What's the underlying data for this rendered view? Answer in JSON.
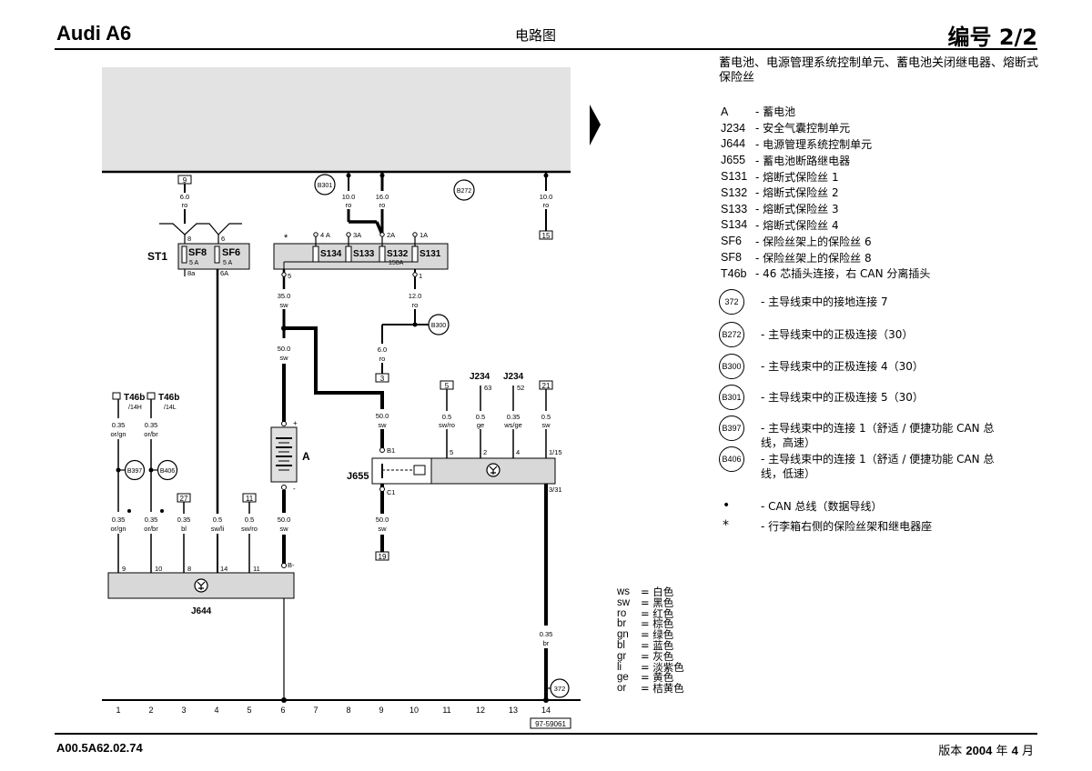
{
  "header": {
    "brand": "Audi A6",
    "title": "电路图",
    "page": "编号 2/2"
  },
  "footer": {
    "code": "A00.5A62.02.74",
    "version_prefix": "版本",
    "version_year": "2004",
    "version_mid": "年",
    "version_month": "4",
    "version_suffix": "月"
  },
  "legend": {
    "heading": "蓄电池、电源管理系统控制单元、蓄电池关闭继电器、熔断式保险丝",
    "items": [
      {
        "code": "A",
        "desc": "- 蓄电池"
      },
      {
        "code": "J234",
        "desc": "- 安全气囊控制单元"
      },
      {
        "code": "J644",
        "desc": "- 电源管理系统控制单元"
      },
      {
        "code": "J655",
        "desc": "- 蓄电池断路继电器"
      },
      {
        "code": "S131",
        "desc": "- 熔断式保险丝 1"
      },
      {
        "code": "S132",
        "desc": "- 熔断式保险丝 2"
      },
      {
        "code": "S133",
        "desc": "- 熔断式保险丝 3"
      },
      {
        "code": "S134",
        "desc": "- 熔断式保险丝 4"
      },
      {
        "code": "SF6",
        "desc": "- 保险丝架上的保险丝 6"
      },
      {
        "code": "SF8",
        "desc": "- 保险丝架上的保险丝 8"
      },
      {
        "code": "T46b",
        "desc": "- 46 芯插头连接，右 CAN 分离插头"
      }
    ],
    "connections": [
      {
        "code": "372",
        "desc": "- 主导线束中的接地连接 7"
      },
      {
        "code": "B272",
        "desc": "- 主导线束中的正极连接（30）"
      },
      {
        "code": "B300",
        "desc": "- 主导线束中的正极连接 4（30）"
      },
      {
        "code": "B301",
        "desc": "- 主导线束中的正极连接 5（30）"
      },
      {
        "code": "B397",
        "desc": "- 主导线束中的连接 1（舒适 / 便捷功能 CAN 总线，高速）"
      },
      {
        "code": "B406",
        "desc": "- 主导线束中的连接 1（舒适 / 便捷功能 CAN 总线，低速）"
      }
    ],
    "misc": [
      {
        "sym": "•",
        "desc": "- CAN 总线（数据导线）"
      },
      {
        "sym": "*",
        "desc": "- 行李箱右侧的保险丝架和继电器座"
      }
    ]
  },
  "colors": [
    {
      "ab": "ws",
      "name": "= 白色"
    },
    {
      "ab": "sw",
      "name": "= 黑色"
    },
    {
      "ab": "ro",
      "name": "= 红色"
    },
    {
      "ab": "br",
      "name": "= 棕色"
    },
    {
      "ab": "gn",
      "name": "= 绿色"
    },
    {
      "ab": "bl",
      "name": "= 蓝色"
    },
    {
      "ab": "gr",
      "name": "= 灰色"
    },
    {
      "ab": "li",
      "name": "= 淡紫色"
    },
    {
      "ab": "ge",
      "name": "= 黄色"
    },
    {
      "ab": "or",
      "name": "= 桔黄色"
    }
  ],
  "diagram": {
    "grid": [
      "1",
      "2",
      "3",
      "4",
      "5",
      "6",
      "7",
      "8",
      "9",
      "10",
      "11",
      "12",
      "13",
      "14"
    ],
    "drawing_id": "97-59061",
    "st1": "ST1",
    "fuse_sf8": "SF8",
    "fuse_sf6": "SF6",
    "fuse_5a": "5 A",
    "s134": "S134",
    "s133": "S133",
    "s132": "S132",
    "s131": "S131",
    "s132_rating": "150A",
    "star": "*",
    "battery": "A",
    "j655": "J655",
    "j644": "J644",
    "j234": "J234",
    "t46b": "T46b",
    "t46b_pin_h": "/14H",
    "t46b_pin_l": "/14L",
    "wires": {
      "w1": [
        "6.0",
        "ro"
      ],
      "w2": [
        "10.0",
        "ro"
      ],
      "w3": [
        "16.0",
        "ro"
      ],
      "w4": [
        "10.0",
        "ro"
      ],
      "w5": [
        "35.0",
        "sw"
      ],
      "w6": [
        "12.0",
        "ro"
      ],
      "w7": [
        "6.0",
        "ro"
      ],
      "w8": [
        "50.0",
        "sw"
      ],
      "w9": [
        "50.0",
        "sw"
      ],
      "w10": [
        "0.5",
        "sw/ro"
      ],
      "w11": [
        "0.5",
        "ge"
      ],
      "w12": [
        "0.35",
        "ws/ge"
      ],
      "w13": [
        "0.5",
        "sw"
      ],
      "w14": [
        "50.0",
        "sw"
      ],
      "w15": [
        "0.35",
        "br"
      ],
      "w16": [
        "0.35",
        "or/gn"
      ],
      "w17": [
        "0.35",
        "or/br"
      ],
      "w18": [
        "0.35",
        "or/gn"
      ],
      "w19": [
        "0.35",
        "or/br"
      ],
      "w20": [
        "0.35",
        "bl"
      ],
      "w21": [
        "0.5",
        "sw/li"
      ],
      "w22": [
        "0.5",
        "sw/ro"
      ],
      "w23": [
        "50.0",
        "sw"
      ]
    },
    "boxes": {
      "b9": "9",
      "b15": "15",
      "b3": "3",
      "b5": "5",
      "b21": "21",
      "b27": "27",
      "b11": "11",
      "b19": "19"
    },
    "pins": {
      "sf8_top": "8",
      "sf6_top": "6",
      "sf8_bot": "8a",
      "sf6_bot": "6A",
      "s134_top": "4 A",
      "s133_top": "3A",
      "s132_top": "2A",
      "s131_top": "1A",
      "s_bot5": "5",
      "s_bot1": "1",
      "j234_63": "63",
      "j234_52": "52",
      "j655_b1": "B1",
      "j655_c1": "C1",
      "j655_5": "5",
      "j655_2": "2",
      "j655_4": "4",
      "j655_115": "1/15",
      "j655_331": "3/31",
      "j644_9": "9",
      "j644_10": "10",
      "j644_8": "8",
      "j644_14": "14",
      "j644_11": "11",
      "j644_bminus": "B-",
      "plus": "+",
      "minus": "-"
    }
  }
}
